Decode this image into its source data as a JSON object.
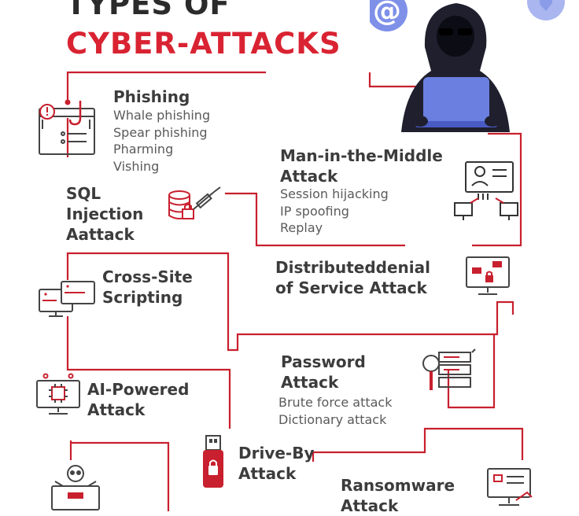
{
  "title": {
    "line1": "TYPES OF",
    "line2": "CYBER-ATTACKS"
  },
  "colors": {
    "accent": "#d92332",
    "text": "#3c3c3c",
    "hacker_screen": "#6b7fe0",
    "hood": "#1f1f2e"
  },
  "attacks": [
    {
      "id": "phishing",
      "title_lines": [
        "Phishing"
      ],
      "items": [
        "Whale phishing",
        "Spear phishing",
        "Pharming",
        "Vishing"
      ],
      "icon": "phishing-email-icon"
    },
    {
      "id": "mitm",
      "title_lines": [
        "Man-in-the-Middle",
        "Attack"
      ],
      "items": [
        "Session hijacking",
        "IP spoofing",
        "Replay"
      ],
      "icon": "man-in-the-middle-icon"
    },
    {
      "id": "sql",
      "title_lines": [
        "SQL",
        "Injection",
        "Aattack"
      ],
      "items": [],
      "icon": "database-syringe-icon"
    },
    {
      "id": "xss",
      "title_lines": [
        "Cross-Site",
        "Scripting"
      ],
      "items": [],
      "icon": "cross-site-monitors-icon"
    },
    {
      "id": "ddos",
      "title_lines": [
        "Distributeddenial",
        "of Service  Attack"
      ],
      "items": [],
      "icon": "ddos-monitor-icon"
    },
    {
      "id": "password",
      "title_lines": [
        "Password",
        "Attack"
      ],
      "items": [
        "Brute force attack",
        "Dictionary attack"
      ],
      "icon": "password-server-icon"
    },
    {
      "id": "ai",
      "title_lines": [
        "AI-Powered",
        "Attack"
      ],
      "items": [],
      "icon": "ai-chip-monitor-icon"
    },
    {
      "id": "driveby",
      "title_lines": [
        "Drive-By",
        "Attack"
      ],
      "items": [],
      "icon": "usb-lock-icon"
    },
    {
      "id": "ransomware",
      "title_lines": [
        "Ransomware",
        "Attack"
      ],
      "items": [],
      "icon": "ransomware-monitor-icon"
    }
  ]
}
